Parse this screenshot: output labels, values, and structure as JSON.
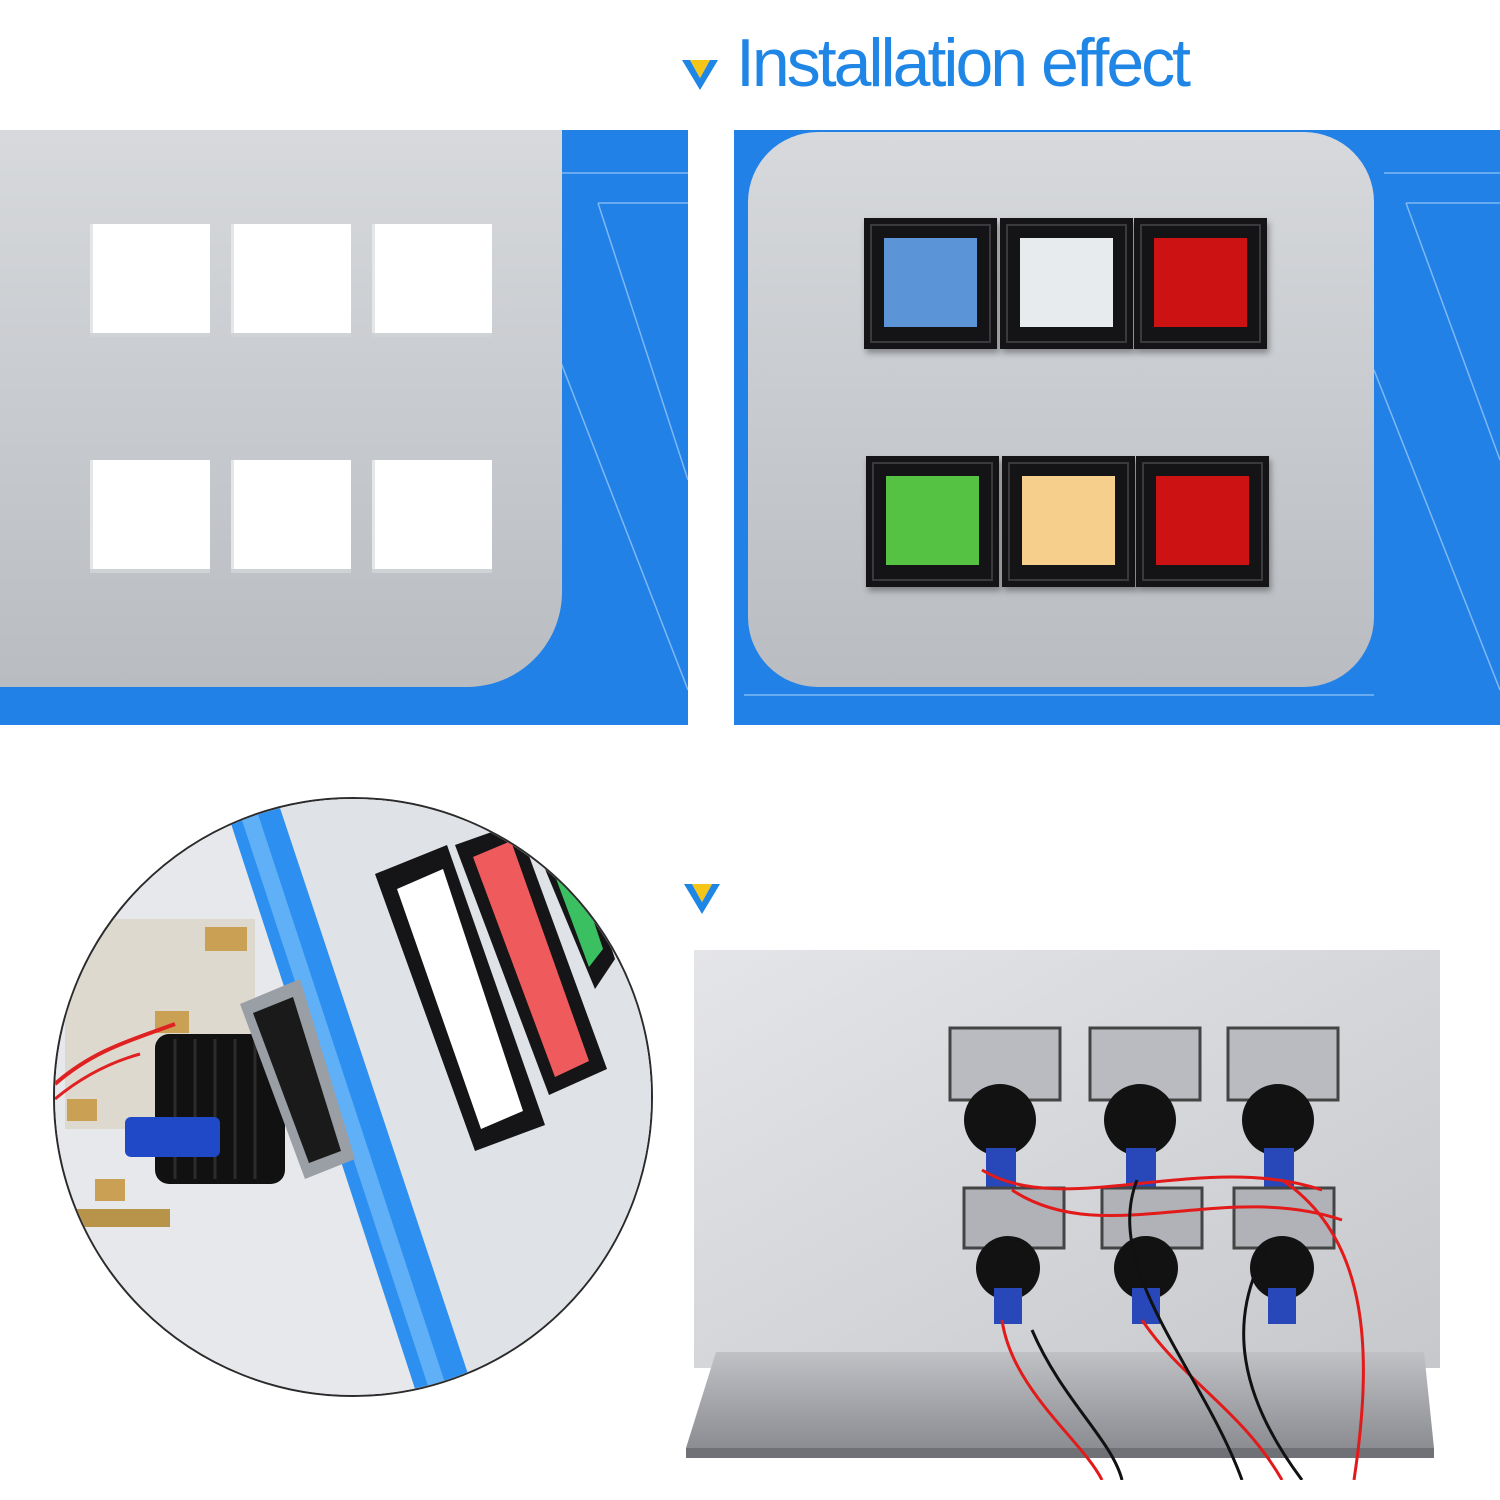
{
  "header": {
    "title": "Installation effect",
    "marker_icon": "chevron-down-icon"
  },
  "colors": {
    "brand_blue": "#1f86e6",
    "marker_yellow": "#f5c518",
    "plate_gray": "#c9ccd0"
  },
  "top_left_panel": {
    "cutout_count": 6,
    "rows": 2,
    "columns": 3
  },
  "top_right_panel": {
    "indicator_rows": [
      [
        "#5b95d8",
        "#e8ebee",
        "#cc1212"
      ],
      [
        "#55c244",
        "#f7cf8c",
        "#cc1212"
      ]
    ]
  },
  "closeup_visible_lens_colors": [
    "#ffffff",
    "#ef5a5c",
    "#3ac060"
  ],
  "back_panel": {
    "switch_rows": 2,
    "switch_columns": 3,
    "wire_colors": [
      "#e21a1a",
      "#111111"
    ]
  }
}
